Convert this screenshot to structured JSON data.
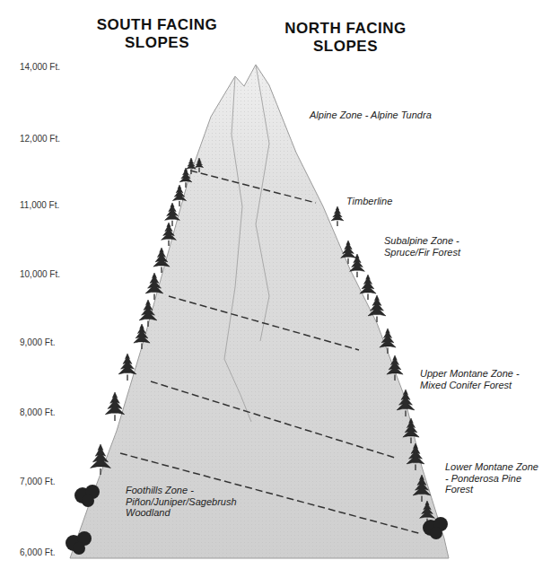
{
  "diagram": {
    "labels": [
      "SOUTH FACING SLOPES",
      "NORTH FACING SLOPES",
      "14,000 Ft.",
      "12,000 Ft.",
      "11,000 Ft.",
      "10,000 Ft.",
      "9,000 Ft.",
      "8,000 Ft.",
      "7,000 Ft.",
      "6,000 Ft.",
      "Alpine Zone - Alpine Tundra",
      "Timberline",
      "Subalpine Zone - Spruce/Fir Forest",
      "Upper Montane Zone - Mixed Conifer Forest",
      "Lower Montane Zone - Ponderosa Pine Forest",
      "Foothills Zone - Piñon/Juniper/Sagebrush Woodland"
    ]
  }
}
